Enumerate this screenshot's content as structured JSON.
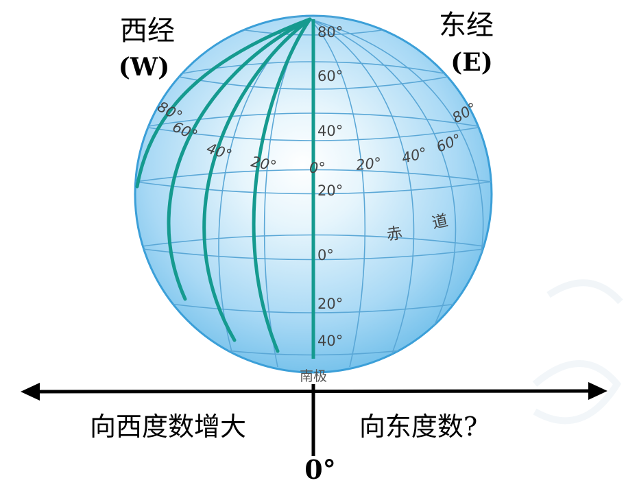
{
  "west_longitude": {
    "zh": "西经",
    "code": "(W)"
  },
  "east_longitude": {
    "zh": "东经",
    "code": "(E)"
  },
  "globe": {
    "meridian_labels_west": [
      "80°",
      "60°",
      "40°",
      "20°"
    ],
    "meridian_label_prime": "0°",
    "meridian_labels_east": [
      "20°",
      "40°",
      "60°",
      "80°"
    ],
    "latitude_labels": [
      "80°",
      "60°",
      "40°",
      "20°",
      "0°",
      "20°",
      "40°"
    ],
    "equator_label": [
      "赤",
      "道"
    ],
    "south_pole_label": "南极"
  },
  "axis": {
    "west_text": "向西度数增大",
    "east_text": "向东度数?",
    "zero_label": "0°"
  },
  "colors": {
    "globe_fill": "#a9d9f5",
    "globe_edge": "#3b9fd8",
    "grid_line": "#5aa7d6",
    "highlight_meridian": "#159a8f",
    "axis_line": "#000000"
  }
}
